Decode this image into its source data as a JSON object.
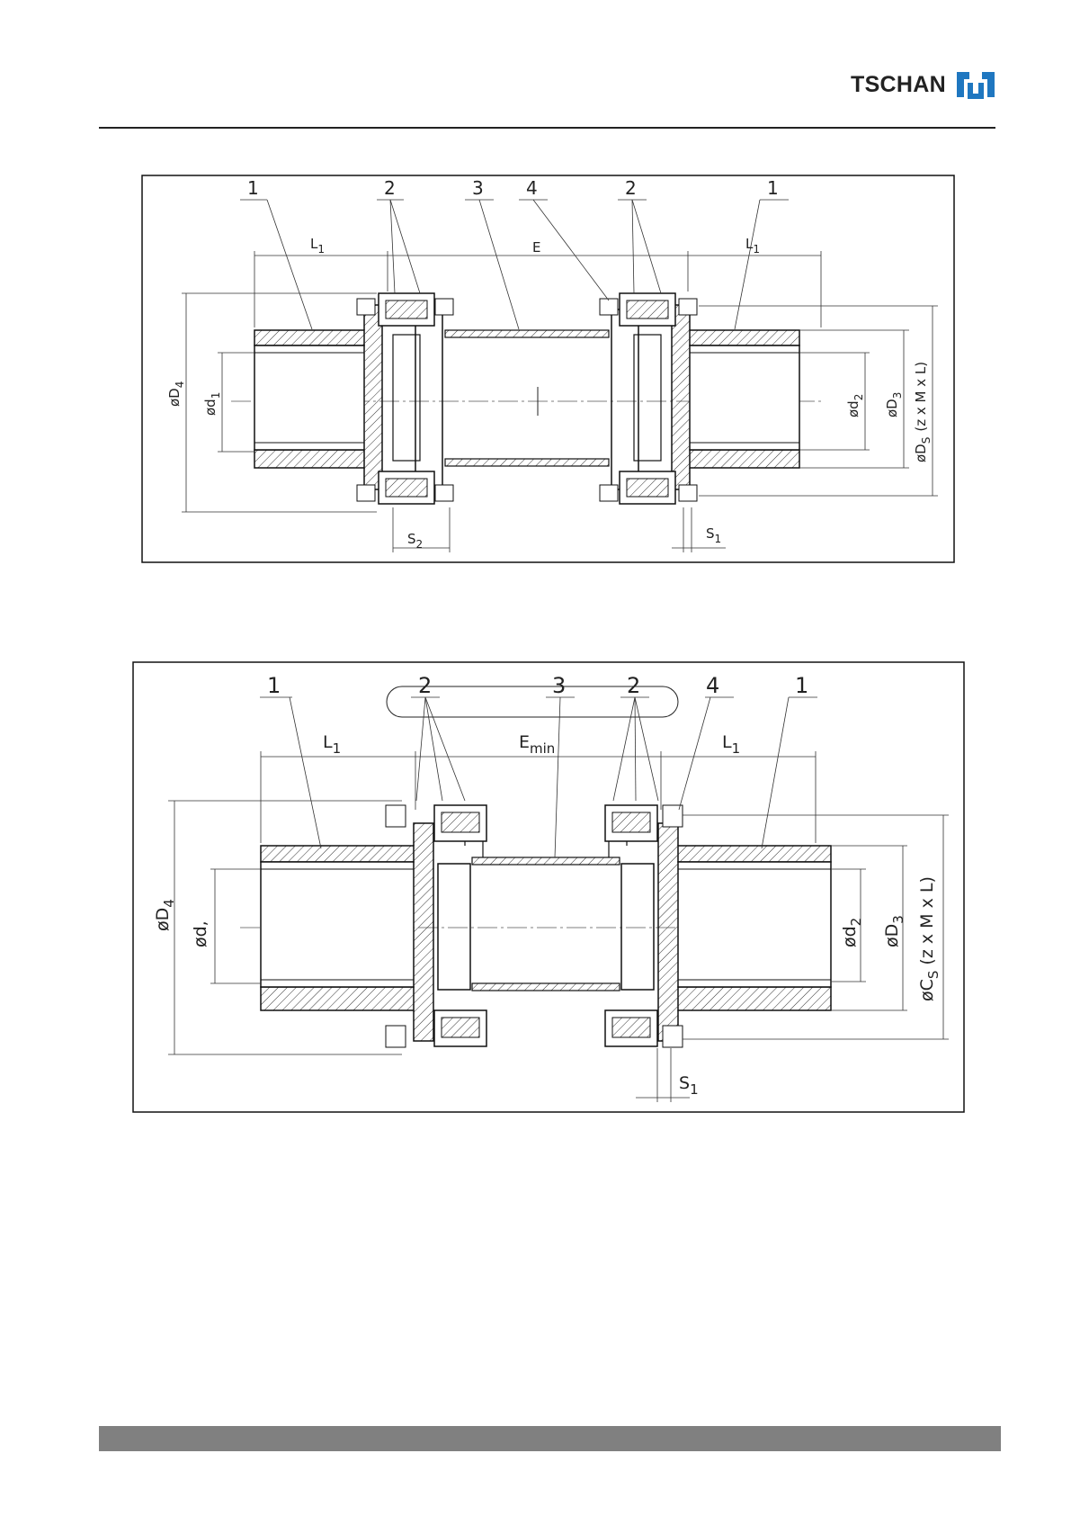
{
  "brand": {
    "name": "TSCHAN",
    "color": "#1f77c0"
  },
  "figure1": {
    "balloons": [
      "1",
      "2",
      "3",
      "4",
      "2",
      "1"
    ],
    "dims": {
      "L1_left": "L",
      "L1_left_sub": "1",
      "E": "E",
      "L1_right": "L",
      "L1_right_sub": "1",
      "D4": "øD",
      "D4_sub": "4",
      "d1": "ød",
      "d1_sub": "1",
      "d2": "ød",
      "d2_sub": "2",
      "D3": "øD",
      "D3_sub": "3",
      "DS": "øD",
      "DS_sub": "S",
      "DS_note": "(z x M x L)",
      "S2": "S",
      "S2_sub": "2",
      "S1": "S",
      "S1_sub": "1"
    }
  },
  "figure2": {
    "balloons": [
      "1",
      "2",
      "3",
      "2",
      "4",
      "1"
    ],
    "dims": {
      "L1_left": "L",
      "L1_left_sub": "1",
      "Emin": "E",
      "Emin_sub": "min",
      "L1_right": "L",
      "L1_right_sub": "1",
      "D4": "øD",
      "D4_sub": "4",
      "d1": "ød,",
      "d2": "ød",
      "d2_sub": "2",
      "D3": "øD",
      "D3_sub": "3",
      "CS": "øC",
      "CS_sub": "S",
      "CS_note": "(z x M x L)",
      "S1": "S",
      "S1_sub": "1"
    }
  }
}
